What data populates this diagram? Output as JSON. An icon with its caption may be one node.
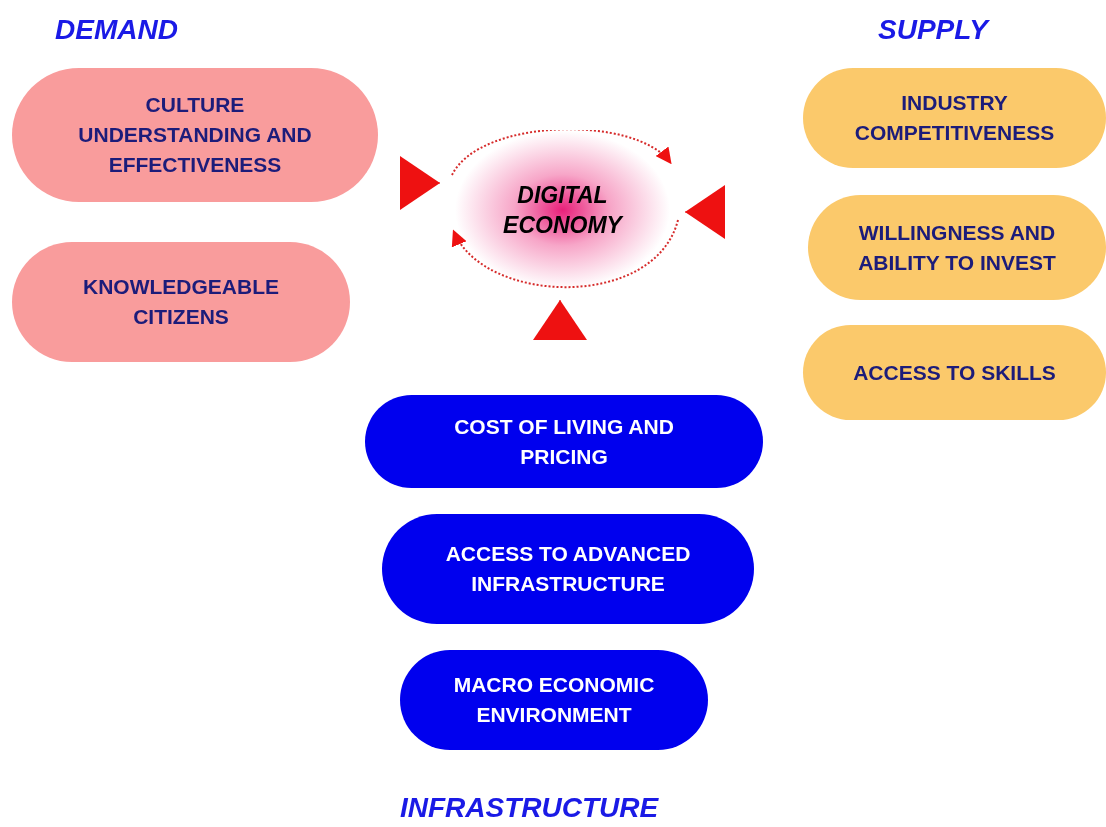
{
  "diagram": {
    "nodes": [
      {
        "text": [
          "CULTURE UNDERSTANDING AND EFFECTIVENESS"
        ]
      },
      {
        "text": [
          "KNOWLEDGEABLE CITIZENS"
        ]
      },
      {
        "text": [
          "DIGITAL ECONOMY"
        ]
      },
      {
        "text": [
          "INDUSTRY COMPETITIVENESS"
        ]
      },
      {
        "text": [
          "WILLINGNESS AND ABILITY TO INVEST"
        ]
      },
      {
        "text": [
          "ACCESS TO SKILLS"
        ]
      },
      {
        "text": [
          "COST OF LIVING AND PRICING"
        ]
      },
      {
        "text": [
          "ACCESS TO ADVANCED INFRASTRUCTURE"
        ]
      },
      {
        "text": [
          "MACRO ECONOMIC ENVIRONMENT"
        ]
      }
    ],
    "edges": [
      {
        "from": null,
        "to": 2,
        "arrow": "to"
      },
      {
        "from": null,
        "to": 2,
        "arrow": "to"
      },
      {
        "from": null,
        "to": 2,
        "arrow": "to"
      }
    ],
    "labels": [
      "DEMAND",
      "SUPPLY",
      "INFRASTRUCTURE"
    ]
  }
}
